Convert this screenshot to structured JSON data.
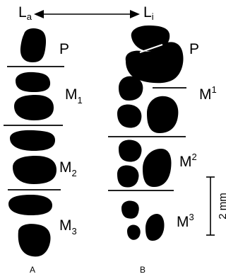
{
  "labels": {
    "axis_left_main": "L",
    "axis_left_sub": "a",
    "axis_right_main": "L",
    "axis_right_sub": "i",
    "a_p": "P",
    "a_m1_main": "M",
    "a_m1_sub": "1",
    "a_m2_main": "M",
    "a_m2_sub": "2",
    "a_m3_main": "M",
    "a_m3_sub": "3",
    "b_p": "P",
    "b_m1_main": "M",
    "b_m1_sup": "1",
    "b_m2_main": "M",
    "b_m2_sup": "2",
    "b_m3_main": "M",
    "b_m3_sup": "3",
    "scale": "2 mm",
    "panel_a": "A",
    "panel_b": "B"
  },
  "colors": {
    "ink": "#000000",
    "background": "#ffffff"
  }
}
